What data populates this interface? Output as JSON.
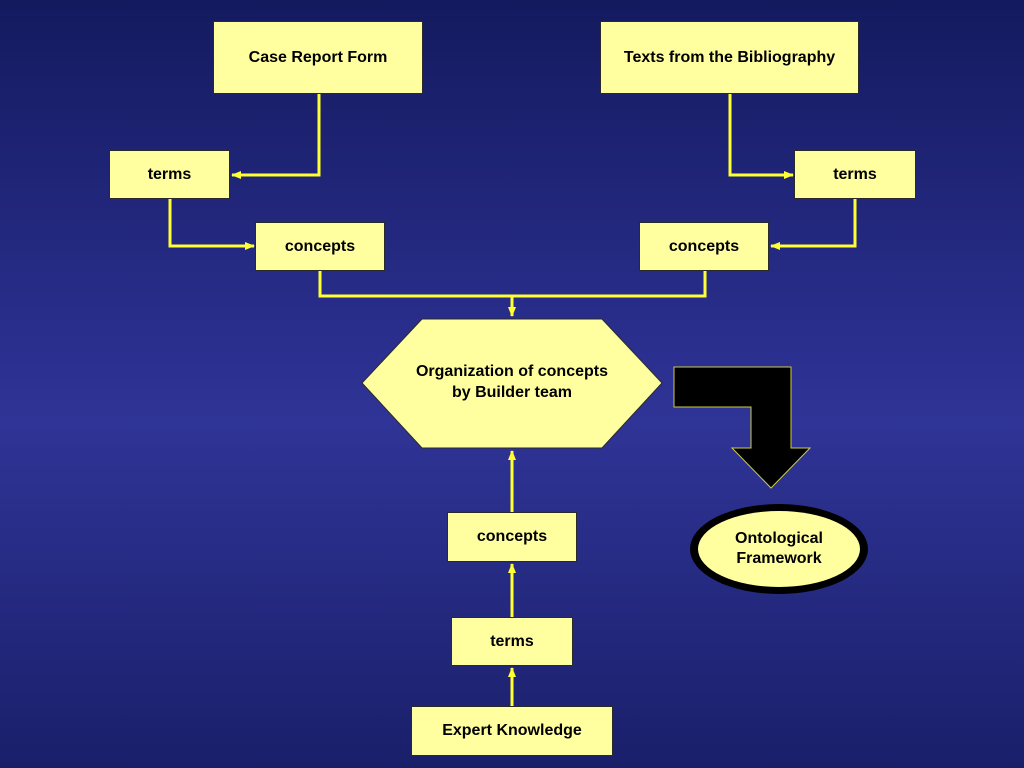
{
  "nodes": {
    "case_report_form": "Case Report Form",
    "texts_bibliography": "Texts from the Bibliography",
    "terms_left": "terms",
    "terms_right": "terms",
    "concepts_left": "concepts",
    "concepts_right": "concepts",
    "organization": "Organization of concepts\nby Builder team",
    "concepts_bottom": "concepts",
    "terms_bottom": "terms",
    "expert_knowledge": "Expert Knowledge",
    "ontological_framework": "Ontological\nFramework"
  },
  "colors": {
    "box_fill": "#ffffa0",
    "connector": "#ffff33",
    "arrow_fill": "#000000",
    "background": "#2a2f8e"
  }
}
